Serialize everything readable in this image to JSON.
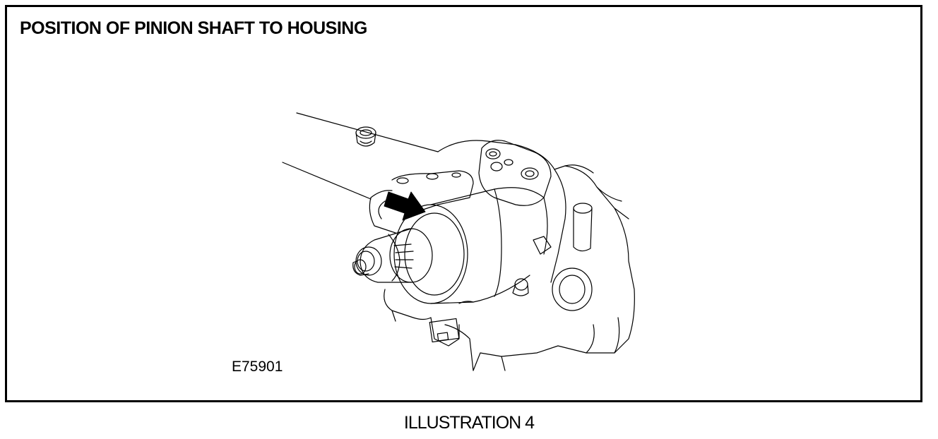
{
  "diagram": {
    "title": "POSITION OF PINION SHAFT TO HOUSING",
    "figure_code": "E75901",
    "icons": {
      "direction_arrow": "arrow-icon"
    }
  },
  "caption": "ILLUSTRATION 4"
}
